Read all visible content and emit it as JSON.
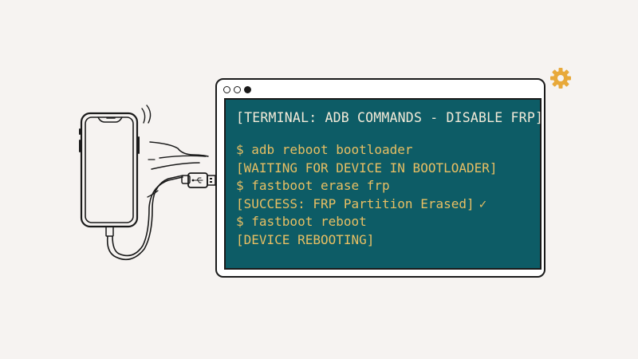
{
  "window": {
    "title_controls": [
      "circle-outline",
      "circle-outline",
      "circle-filled"
    ]
  },
  "terminal": {
    "title": "[TERMINAL: ADB COMMANDS - DISABLE FRP]",
    "lines": [
      {
        "type": "command",
        "text": "$ adb reboot bootloader"
      },
      {
        "type": "output",
        "text": "[WAITING FOR DEVICE IN BOOTLOADER]"
      },
      {
        "type": "command",
        "text": "$ fastboot erase frp"
      },
      {
        "type": "output",
        "text": "[SUCCESS: FRP Partition Erased]",
        "icon": "checkmark-icon",
        "icon_glyph": "✓"
      },
      {
        "type": "command",
        "text": "$ fastboot reboot"
      },
      {
        "type": "output",
        "text": "[DEVICE REBOOTING]"
      }
    ]
  },
  "illustration": {
    "device": "smartphone",
    "cable": "usb-cable",
    "decoration_icon": "gear-icon"
  },
  "colors": {
    "background": "#f6f3f1",
    "terminal_bg": "#0d5c66",
    "title_text": "#f2ead8",
    "line_text": "#e8bf63",
    "gear": "#e8a93a",
    "outline": "#1a1a1a"
  }
}
